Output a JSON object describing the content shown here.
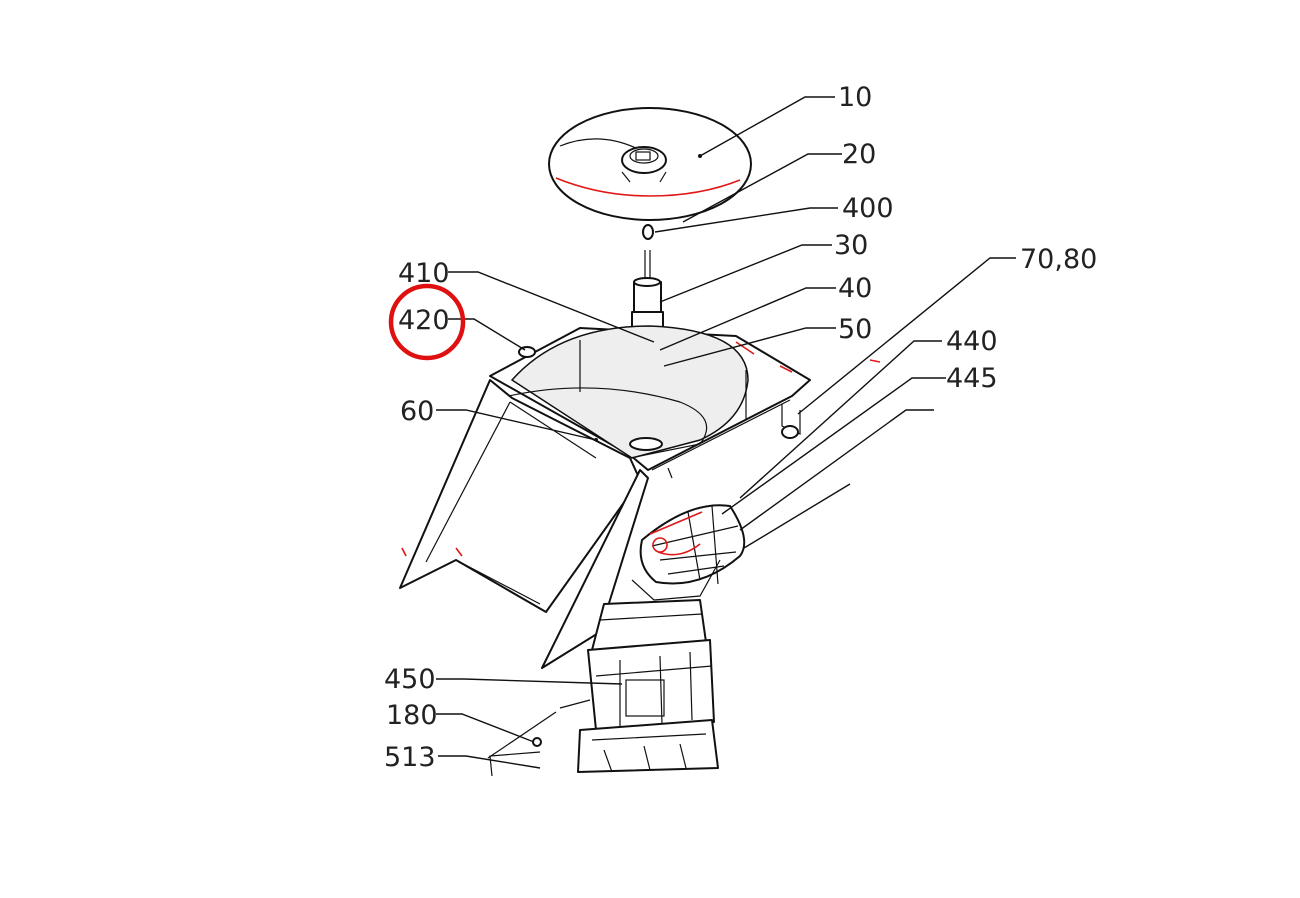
{
  "diagram": {
    "callouts": [
      {
        "id": "c10",
        "label": "10"
      },
      {
        "id": "c20",
        "label": "20"
      },
      {
        "id": "c400",
        "label": "400"
      },
      {
        "id": "c30",
        "label": "30"
      },
      {
        "id": "c40",
        "label": "40"
      },
      {
        "id": "c50",
        "label": "50"
      },
      {
        "id": "c7080",
        "label": "70,80"
      },
      {
        "id": "c440",
        "label": "440"
      },
      {
        "id": "c445",
        "label": "445"
      },
      {
        "id": "c410",
        "label": "410"
      },
      {
        "id": "c420",
        "label": "420"
      },
      {
        "id": "c60",
        "label": "60"
      },
      {
        "id": "c450",
        "label": "450"
      },
      {
        "id": "c180",
        "label": "180"
      },
      {
        "id": "c513",
        "label": "513"
      }
    ],
    "highlighted_callout": "420",
    "highlight_color": "#e01010"
  }
}
